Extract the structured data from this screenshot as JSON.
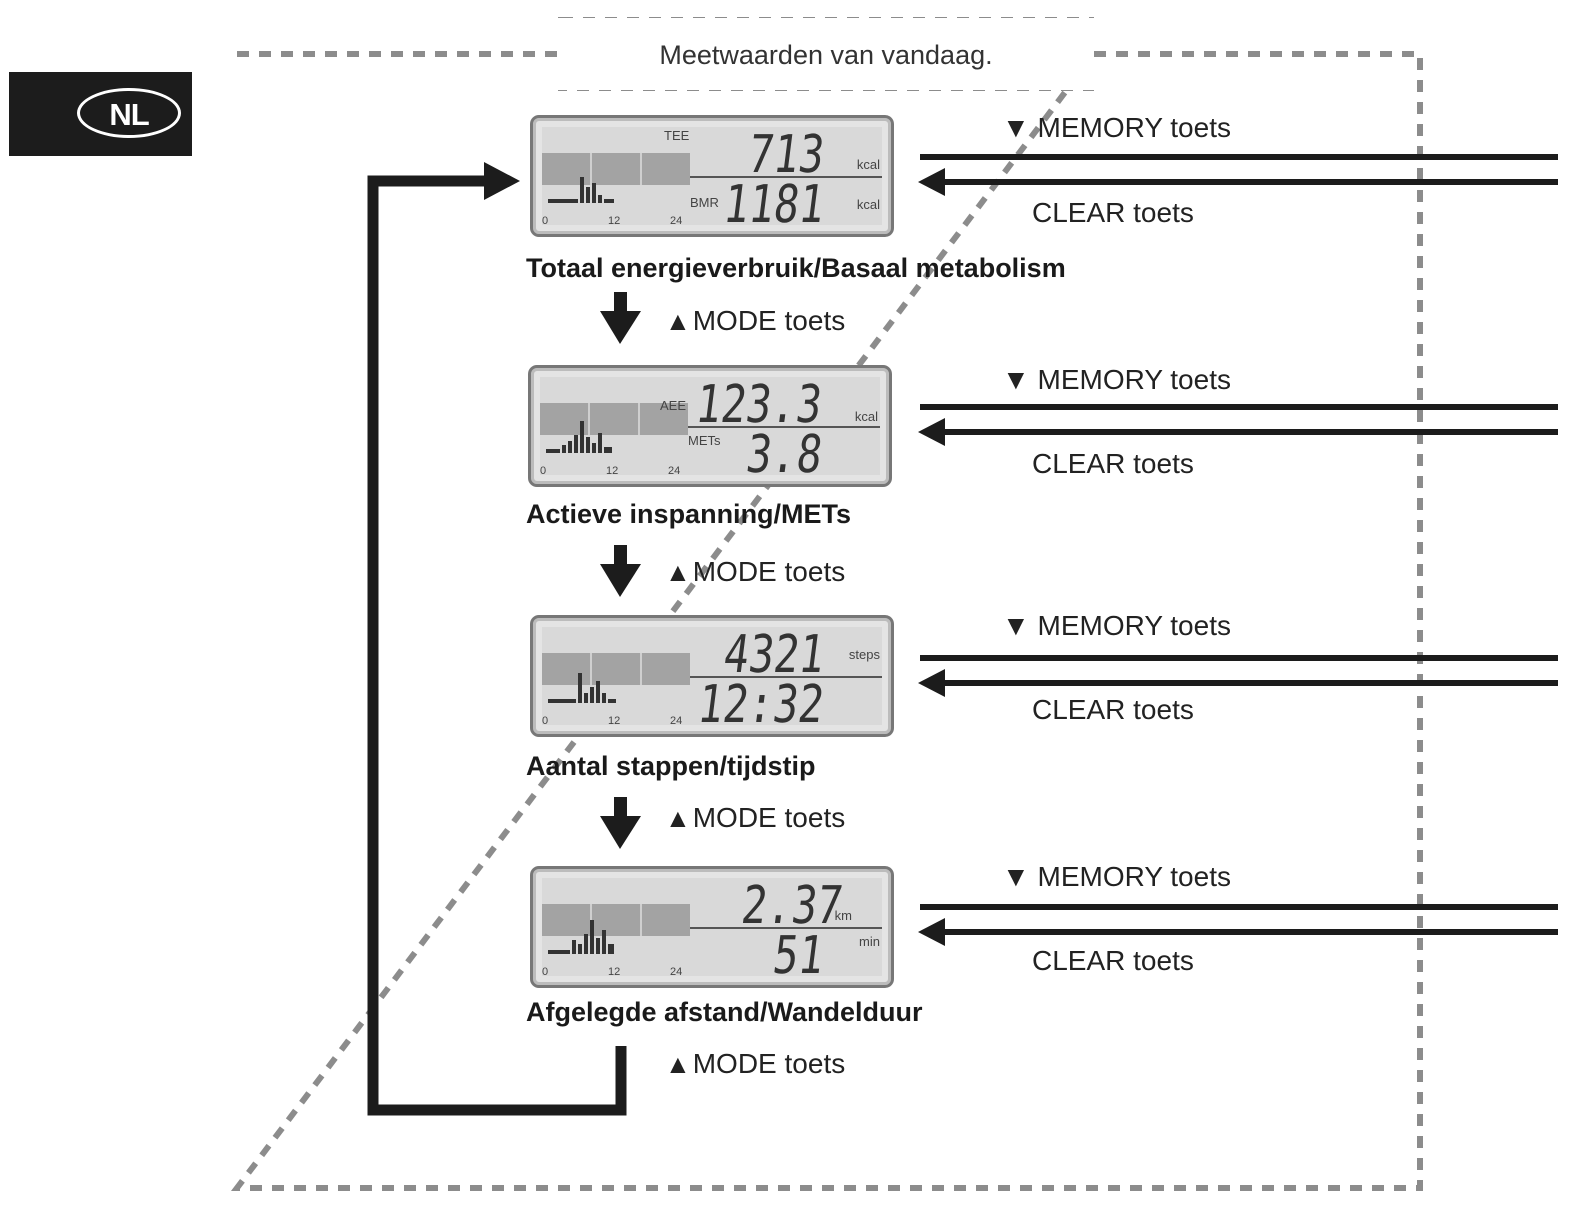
{
  "badge": {
    "label": "NL"
  },
  "title": "Meetwaarden van vandaag.",
  "labels": {
    "mode_key": "MODE toets",
    "memory_key": "MEMORY toets",
    "clear_key": "CLEAR toets",
    "up_triangle": "▲",
    "down_triangle": "▼"
  },
  "screens": [
    {
      "caption": "Totaal energieverbruik/Basaal metabolism",
      "label_top": "TEE",
      "value_top": "713",
      "unit_top": "kcal",
      "label_bottom": "BMR",
      "value_bottom": "1181",
      "unit_bottom": "kcal",
      "axis": [
        "0",
        "12",
        "24"
      ]
    },
    {
      "caption": "Actieve inspanning/METs",
      "label_top": "AEE",
      "value_top": "123.3",
      "unit_top": "kcal",
      "label_bottom": "METs",
      "value_bottom": "3.8",
      "unit_bottom": "",
      "axis": [
        "0",
        "12",
        "24"
      ]
    },
    {
      "caption": "Aantal stappen/tijdstip",
      "label_top": "",
      "value_top": "4321",
      "unit_top": "steps",
      "label_bottom": "",
      "value_bottom": "12:32",
      "unit_bottom": "",
      "axis": [
        "0",
        "12",
        "24"
      ]
    },
    {
      "caption": "Afgelegde afstand/Wandelduur",
      "label_top": "",
      "value_top": "2.37",
      "unit_top": "km",
      "label_bottom": "",
      "value_bottom": "51",
      "unit_bottom": "min",
      "axis": [
        "0",
        "12",
        "24"
      ]
    }
  ]
}
